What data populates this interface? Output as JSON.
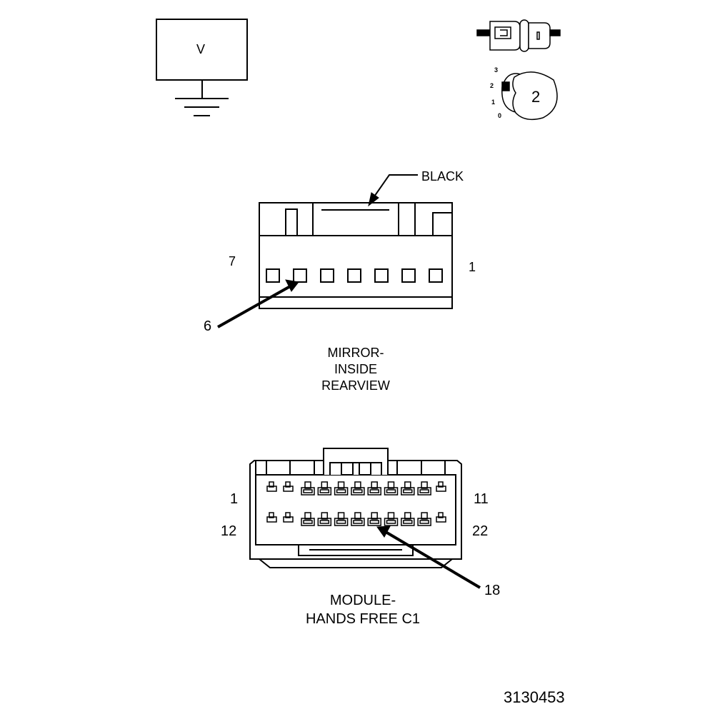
{
  "voltmeter": {
    "symbol": "V"
  },
  "ignition_key": {
    "positions": [
      "3",
      "2",
      "1",
      "0"
    ],
    "current": "2"
  },
  "mirror_connector": {
    "color_callout": "BLACK",
    "pin_left": "7",
    "pin_right": "1",
    "pin_callout": "6",
    "name_lines": [
      "MIRROR-",
      "INSIDE",
      "REARVIEW"
    ]
  },
  "module_connector": {
    "pin_top_left": "1",
    "pin_top_right": "11",
    "pin_bottom_left": "12",
    "pin_bottom_right": "22",
    "pin_callout": "18",
    "name_lines": [
      "MODULE-",
      "HANDS FREE C1"
    ]
  },
  "figure_id": "3130453"
}
